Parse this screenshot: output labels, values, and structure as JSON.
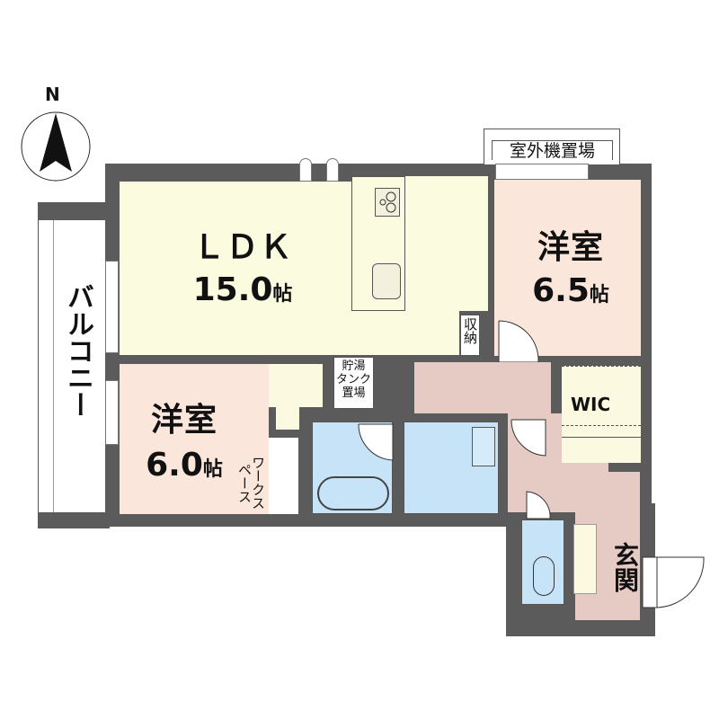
{
  "compass": {
    "label": "N"
  },
  "rooms": {
    "ldk": {
      "name": "ＬＤＫ",
      "size": "15.0",
      "unit": "帖"
    },
    "bedroom_east": {
      "name": "洋室",
      "size": "6.5",
      "unit": "帖"
    },
    "bedroom_west": {
      "name": "洋室",
      "size": "6.0",
      "unit": "帖"
    },
    "balcony": {
      "name": "バルコニー"
    },
    "outdoor_unit": {
      "name": "室外機置場"
    },
    "storage": {
      "name": "収納"
    },
    "water_heater": {
      "name": "貯湯タンク置場",
      "lines": [
        "貯湯",
        "タンク",
        "置場"
      ]
    },
    "workspace": {
      "name": "ワークスペース",
      "lines": [
        "ワーク",
        "スペース"
      ]
    },
    "wic": {
      "name": "WIC"
    },
    "entrance": {
      "name": "玄関"
    }
  },
  "colors": {
    "wall": "#5b5b5b",
    "ldk": "#fbfbdf",
    "bedroom": "#fbe6dc",
    "hall": "#e6cbc4",
    "wet_area": "#c6e3f7"
  }
}
